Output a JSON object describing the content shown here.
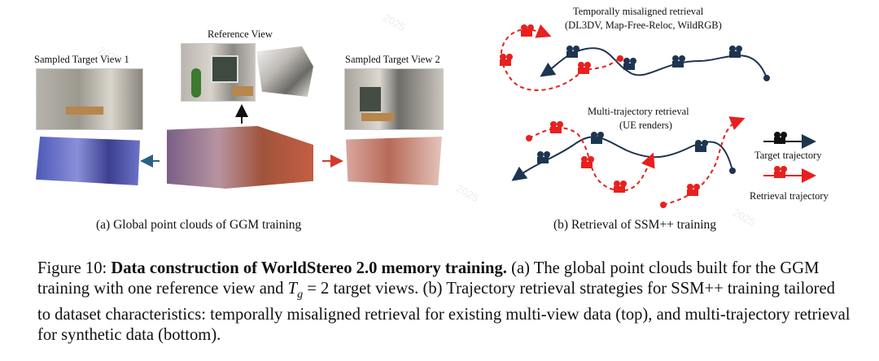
{
  "left_panel": {
    "reference_label": "Reference View",
    "target1_label": "Sampled Target View 1",
    "target2_label": "Sampled Target View 2",
    "subcaption": "(a) Global point clouds of  GGM training"
  },
  "right_panel": {
    "title_top": "Temporally misaligned retrieval",
    "title_top_sub": "(DL3DV, Map-Free-Reloc, WildRGB)",
    "title_bottom": "Multi-trajectory retrieval",
    "title_bottom_sub": "(UE renders)",
    "legend_target": "Target trajectory",
    "legend_retrieval": "Retrieval trajectory",
    "subcaption": "(b) Retrieval of  SSM++ training",
    "colors": {
      "target": "#1d3550",
      "retrieval": "#e8201e"
    }
  },
  "caption": {
    "figure_label": "Figure 10:",
    "bold_title": "Data construction of WorldStereo 2.0 memory training.",
    "text_1": "(a) The global point clouds built for the GGM training with one reference view and",
    "math_var": "T",
    "math_sub": "g",
    "math_rest": "= 2",
    "text_2": "target views. (b) Trajectory retrieval strategies for SSM++ training tailored to dataset characteristics: temporally misaligned retrieval for existing multi-view data (top), and multi-trajectory retrieval for synthetic data (bottom)."
  },
  "watermark": "2025"
}
